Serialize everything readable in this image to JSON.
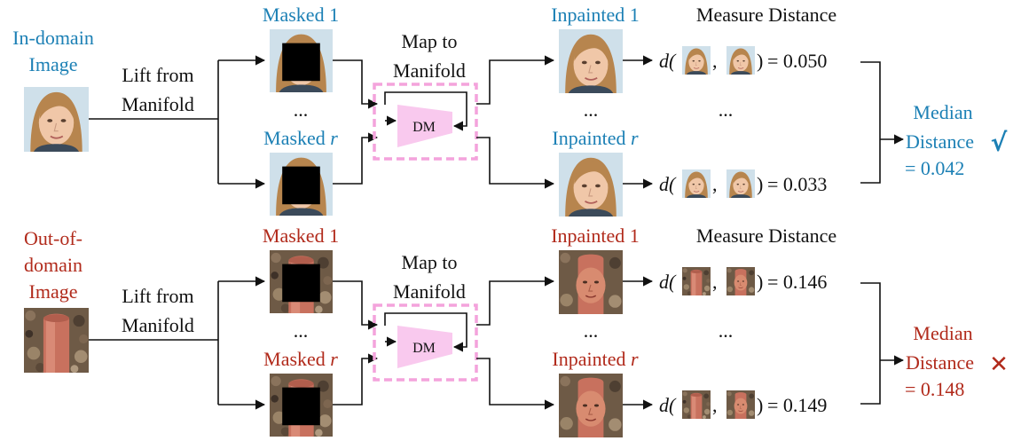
{
  "colors": {
    "in_domain": "#1c80b5",
    "out_domain": "#b12a1b",
    "dm_fill": "#f9c9ee",
    "dm_border": "#f4a3dc"
  },
  "rows": [
    {
      "id": "in-domain",
      "color_key": "in_domain",
      "image_label": [
        "In-domain",
        "Image"
      ],
      "lift_label": [
        "Lift from",
        "Manifold"
      ],
      "masked_labels": [
        "Masked 1",
        "Masked",
        "r"
      ],
      "map_label": [
        "Map to",
        "Manifold"
      ],
      "dm_label": "DM",
      "inpainted_labels": [
        "Inpainted 1",
        "Inpainted",
        "r"
      ],
      "measure_label": "Measure Distance",
      "ellipsis": "...",
      "distance_prefix": "d(",
      "distance_sep": ",",
      "distances": [
        "= 0.050",
        "= 0.033"
      ],
      "median_label": [
        "Median",
        "Distance",
        "= 0.042"
      ],
      "verdict_icon": "checkmark-icon",
      "verdict_glyph": "√",
      "image_kind": "face"
    },
    {
      "id": "out-domain",
      "color_key": "out_domain",
      "image_label": [
        "Out-of-",
        "domain",
        "Image"
      ],
      "lift_label": [
        "Lift from",
        "Manifold"
      ],
      "masked_labels": [
        "Masked 1",
        "Masked",
        "r"
      ],
      "map_label": [
        "Map to",
        "Manifold"
      ],
      "dm_label": "DM",
      "inpainted_labels": [
        "Inpainted 1",
        "Inpainted",
        "r"
      ],
      "measure_label": "Measure Distance",
      "ellipsis": "...",
      "distance_prefix": "d(",
      "distance_sep": ",",
      "distances": [
        "= 0.146",
        "= 0.149"
      ],
      "median_label": [
        "Median",
        "Distance",
        "= 0.148"
      ],
      "verdict_icon": "cross-icon",
      "verdict_glyph": "✕",
      "image_kind": "rock"
    }
  ]
}
